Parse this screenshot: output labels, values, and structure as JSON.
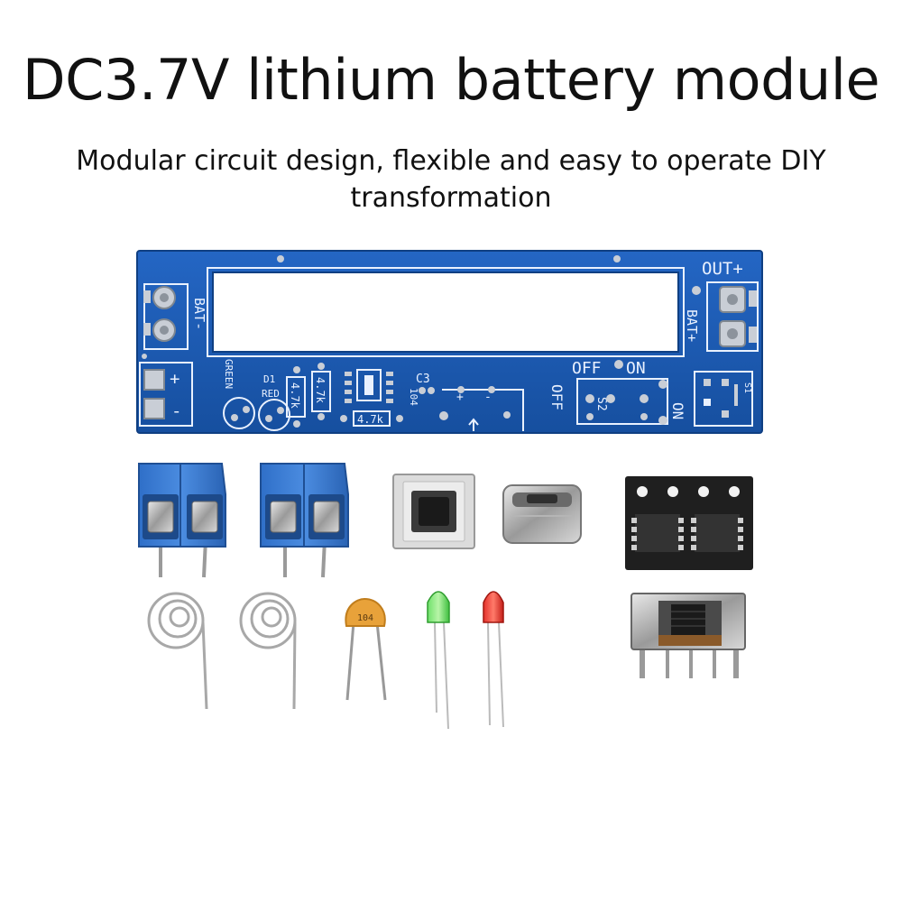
{
  "header": {
    "title": "DC3.7V lithium battery module",
    "subtitle_line1": "Modular circuit design, flexible and easy to operate DIY",
    "subtitle_line2": "transformation"
  },
  "pcb": {
    "labels": {
      "out_plus": "OUT+",
      "bat_minus": "BAT-",
      "bat_plus": "BAT+",
      "plus": "+",
      "minus": "-",
      "green": "GREEN",
      "d1": "D1",
      "red": "RED",
      "r1": "4.7k",
      "r2": "4.7k",
      "r3": "4.7k",
      "c3": "C3",
      "c3_value": "104",
      "off_top": "OFF",
      "on_top": "ON",
      "off_side": "OFF",
      "on_side": "ON",
      "s2": "S2",
      "s1": "S1"
    },
    "colors": {
      "board": "#1a5bb8",
      "silkscreen": "#e9f1ff",
      "pad": "#c9ced6"
    }
  },
  "components": {
    "capacitor_marking": "104"
  }
}
